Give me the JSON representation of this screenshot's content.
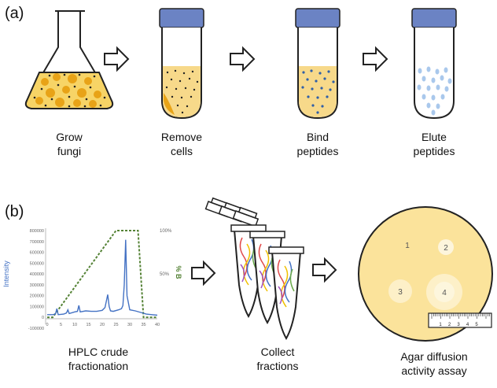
{
  "panel_a": {
    "label": "(a)",
    "steps": [
      {
        "line1": "Grow",
        "line2": "fungi"
      },
      {
        "line1": "Remove",
        "line2": "cells"
      },
      {
        "line1": "Bind",
        "line2": "peptides"
      },
      {
        "line1": "Elute",
        "line2": "peptides"
      }
    ]
  },
  "panel_b": {
    "label": "(b)",
    "hplc": {
      "caption_line1": "HPLC crude",
      "caption_line2": "fractionation",
      "ylabel": "Intensity",
      "y2label": "% B",
      "y_ticks": [
        "800000",
        "700000",
        "600000",
        "500000",
        "400000",
        "300000",
        "200000",
        "100000",
        "0",
        "-100000"
      ],
      "x_ticks": [
        "0",
        "5",
        "10",
        "15",
        "20",
        "25",
        "30",
        "35",
        "40"
      ],
      "y2_ticks": [
        "100%",
        "50%"
      ],
      "colors": {
        "trace": "#4472c4",
        "gradient": "#548235"
      }
    },
    "collect": {
      "line1": "Collect",
      "line2": "fractions"
    },
    "assay": {
      "caption_line1": "Agar diffusion",
      "caption_line2": "activity assay",
      "zones": [
        "1",
        "2",
        "3",
        "4"
      ],
      "ruler_ticks": [
        "1",
        "2",
        "3",
        "4",
        "5"
      ]
    }
  },
  "chart_data": {
    "type": "line",
    "title": "",
    "xlabel": "",
    "ylabel": "Intensity",
    "y2label": "% B",
    "xlim": [
      0,
      40
    ],
    "ylim": [
      -100000,
      800000
    ],
    "series": [
      {
        "x": [
          0,
          2,
          3,
          3.5,
          4,
          6,
          7,
          7.5,
          8,
          10,
          11,
          11.5,
          12,
          14,
          16,
          18,
          20,
          21,
          22,
          22.5,
          23,
          24,
          26,
          27,
          27.5,
          28,
          28.5,
          29,
          30,
          32,
          34,
          36,
          38,
          40
        ],
        "values": [
          25000,
          25000,
          30000,
          80000,
          25000,
          30000,
          40000,
          70000,
          35000,
          50000,
          55000,
          110000,
          50000,
          60000,
          55000,
          55000,
          65000,
          90000,
          210000,
          100000,
          60000,
          55000,
          70000,
          80000,
          110000,
          300000,
          715000,
          200000,
          70000,
          60000,
          45000,
          30000,
          25000,
          20000
        ]
      },
      {
        "x": [
          0,
          2,
          25,
          33,
          35,
          40
        ],
        "values": [
          0,
          0,
          100,
          100,
          0,
          0
        ]
      }
    ]
  }
}
